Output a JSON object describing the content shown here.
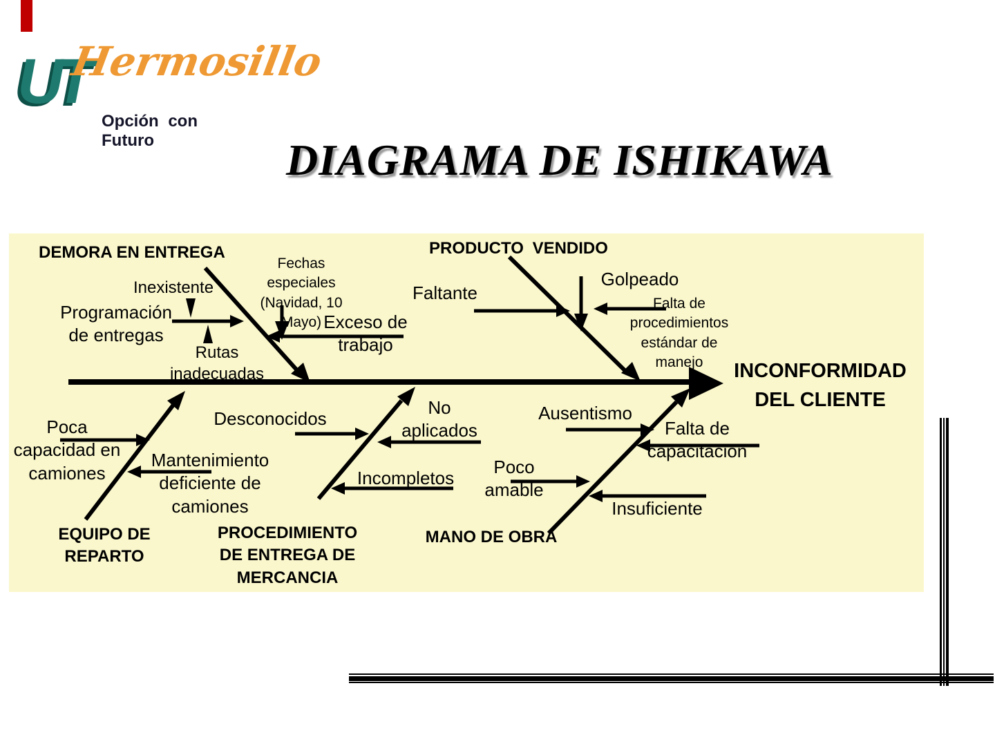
{
  "slide": {
    "title": "DIAGRAMA DE ISHIKAWA",
    "logo": {
      "acronym": "UT",
      "name": "Hermosillo",
      "tagline": "Opción con Futuro"
    },
    "colors": {
      "panel_background": "#FAF7CC",
      "accent_red": "#C00000",
      "logo_teal": "#1E7A6E",
      "logo_orange": "#EE9933",
      "ink": "#000000"
    }
  },
  "diagram": {
    "type": "fishbone",
    "effect": "INCONFORMIDAD\nDEL CLIENTE",
    "labels": {
      "demora": "DEMORA EN ENTREGA",
      "inexistente": "Inexistente",
      "programacion": "Programación\nde entregas",
      "rutas": "Rutas\ninadecuadas",
      "fechas": "Fechas\nespeciales\n(Navidad, 10\nMayo)",
      "exceso": "Exceso de\ntrabajo",
      "producto": "PRODUCTO VENDIDO",
      "faltante": "Faltante",
      "golpeado": "Golpeado",
      "falta_procedimientos": "Falta de\nprocedimientos\nestándar de\nmanejo",
      "poca_capacidad": "Poca\ncapacidad en\ncamiones",
      "mantenimiento": "Mantenimiento\ndeficiente de\ncamiones",
      "equipo": "EQUIPO DE\nREPARTO",
      "desconocidos": "Desconocidos",
      "no_aplicados": "No\naplicados",
      "incompletos": "Incompletos",
      "procedimiento": "PROCEDIMIENTO\nDE ENTREGA DE\nMERCANCIA",
      "ausentismo": "Ausentismo",
      "poco_amable": "Poco\namable",
      "falta_capacitacion": "Falta de\ncapacitación",
      "insuficiente": "Insuficiente",
      "mano_de_obra": "MANO DE OBRA"
    }
  }
}
